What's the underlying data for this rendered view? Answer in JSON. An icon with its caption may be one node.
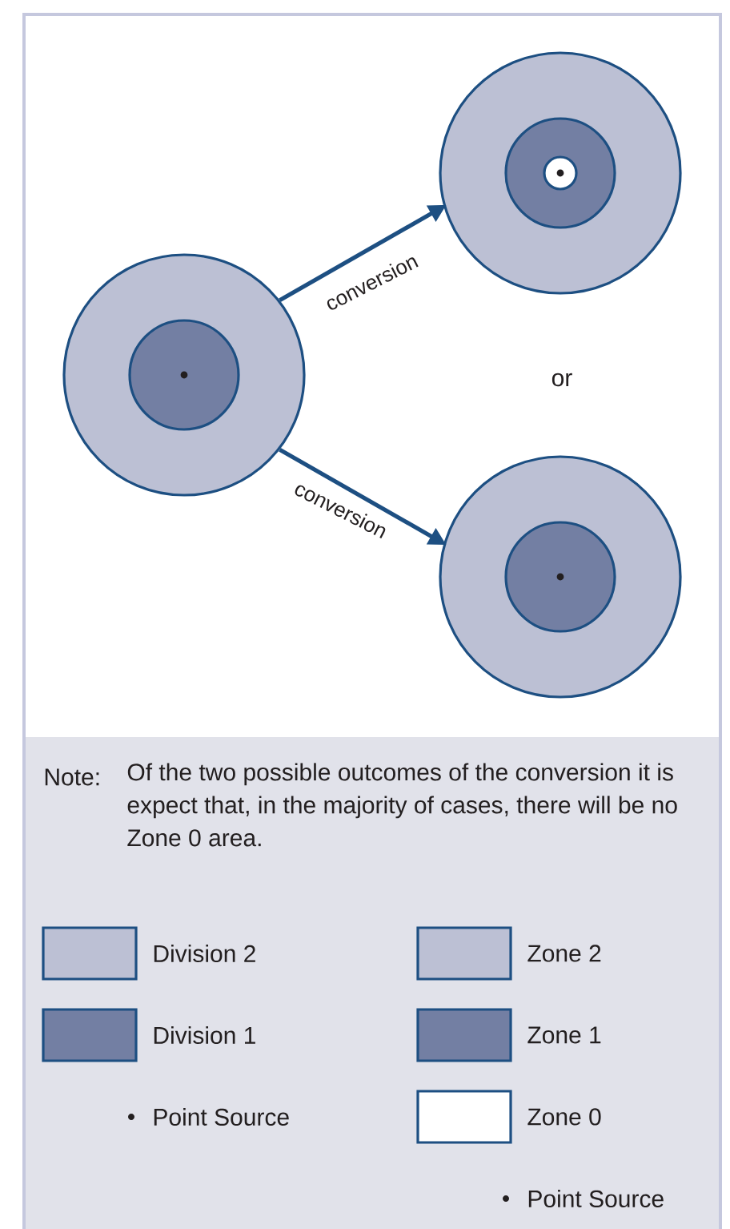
{
  "diagram": {
    "nodes": [
      {
        "text": [],
        "shape": "circle"
      },
      {
        "text": [],
        "shape": "circle",
        "in": 0
      },
      {
        "text": [],
        "shape": "circle"
      },
      {
        "text": [],
        "shape": "circle",
        "in": 2
      },
      {
        "text": [],
        "shape": "circle",
        "in": 3
      },
      {
        "text": [],
        "shape": "circle"
      },
      {
        "text": [],
        "shape": "circle",
        "in": 5
      }
    ],
    "edges": [
      {
        "from": 0,
        "to": 2,
        "arrow": "to",
        "label": "conversion"
      },
      {
        "from": 0,
        "to": 5,
        "arrow": "to",
        "label": "conversion"
      }
    ],
    "labels": [
      "or",
      "Note:",
      "Of the two possible outcomes of the conversion it is expect that, in the majority of cases, there will be no Zone 0 area."
    ],
    "legend": [
      {
        "text": "Division 2",
        "color": "#bcc0d4"
      },
      {
        "text": "Zone 2",
        "color": "#bcc0d4"
      },
      {
        "text": "Division 1",
        "color": "#737fa3"
      },
      {
        "text": "Zone 1",
        "color": "#737fa3"
      },
      {
        "text": "Point Source"
      },
      {
        "text": "Zone 0",
        "color": "#ffffff"
      },
      {
        "text": "Point Source"
      }
    ]
  }
}
